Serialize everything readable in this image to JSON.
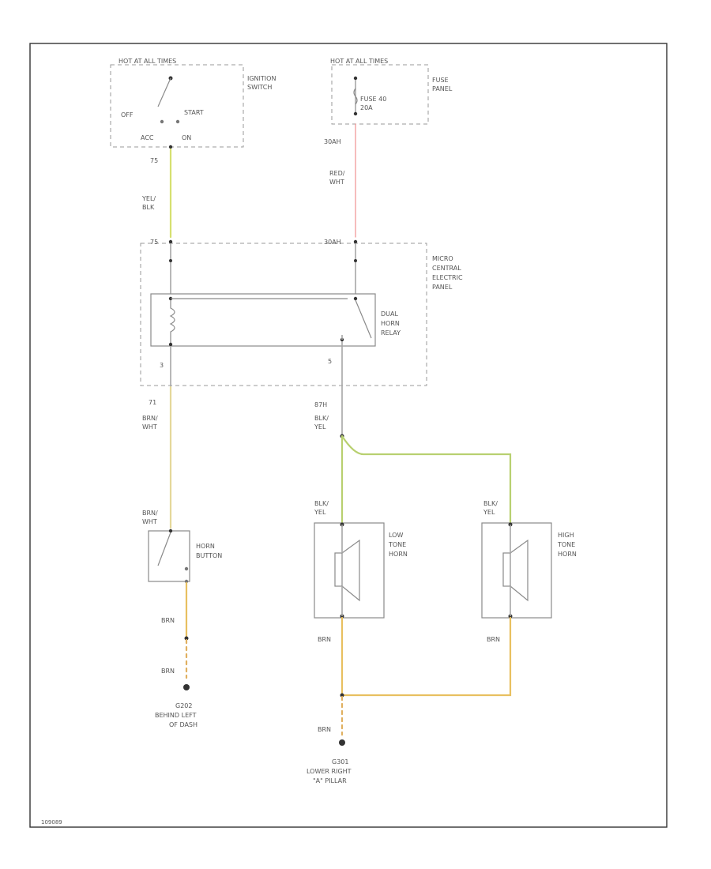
{
  "colors": {
    "yel_blk": "#d6e070",
    "red_wht": "#f2a0a0",
    "brn_wht": "#e5d89a",
    "blk_yel": "#b8d070",
    "brn": "#e8c060",
    "ground": "#e0b060"
  },
  "ignition": {
    "header": "HOT AT ALL TIMES",
    "name_1": "IGNITION",
    "name_2": "SWITCH",
    "off": "OFF",
    "start": "START",
    "acc": "ACC",
    "on": "ON",
    "terminal": "75",
    "wire_1": "YEL/",
    "wire_2": "BLK"
  },
  "fuse": {
    "header": "HOT AT ALL TIMES",
    "name_1": "FUSE",
    "name_2": "PANEL",
    "fuse_1": "FUSE 40",
    "fuse_2": "20A",
    "terminal": "30AH",
    "wire_1": "RED/",
    "wire_2": "WHT"
  },
  "central_panel": {
    "name_1": "MICRO",
    "name_2": "CENTRAL",
    "name_3": "ELECTRIC",
    "name_4": "PANEL",
    "relay_1": "DUAL",
    "relay_2": "HORN",
    "relay_3": "RELAY",
    "term_tl": "75",
    "term_tr": "30AH",
    "pin_l": "3",
    "pin_r": "5"
  },
  "left_branch": {
    "terminal": "71",
    "wire_1": "BRN/",
    "wire_2": "WHT",
    "button_wire_1": "BRN/",
    "button_wire_2": "WHT",
    "button_1": "HORN",
    "button_2": "BUTTON",
    "gnd_wire_a": "BRN",
    "gnd_wire_b": "BRN",
    "gnd_1": "G202",
    "gnd_2": "BEHIND LEFT",
    "gnd_3": "OF DASH"
  },
  "right_branch": {
    "terminal": "87H",
    "wire_1": "BLK/",
    "wire_2": "YEL",
    "low_wire_1": "BLK/",
    "low_wire_2": "YEL",
    "low_1": "LOW",
    "low_2": "TONE",
    "low_3": "HORN",
    "high_wire_1": "BLK/",
    "high_wire_2": "YEL",
    "high_1": "HIGH",
    "high_2": "TONE",
    "high_3": "HORN",
    "low_gnd": "BRN",
    "high_gnd": "BRN",
    "gnd_wire": "BRN",
    "gnd_1": "G301",
    "gnd_2": "LOWER RIGHT",
    "gnd_3": "\"A\" PILLAR"
  },
  "figure_id": "109089"
}
